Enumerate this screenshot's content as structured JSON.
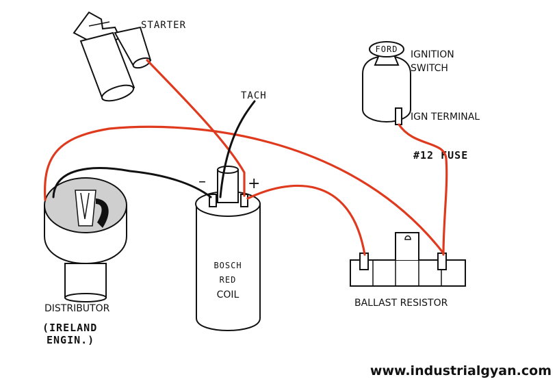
{
  "labels": {
    "starter": "STARTER",
    "tach": "TACH",
    "ignition_switch_line1": "IGNITION",
    "ignition_switch_line2": "SWITCH",
    "ign_terminal": "IGN TERMINAL",
    "fuse": "#12 FUSE",
    "coil_line1": "BOSCH",
    "coil_line2": "RED",
    "coil_line3": "COIL",
    "minus": "–",
    "plus": "+",
    "distributor": "DISTRIBUTOR",
    "distributor_note_line1": "(IRELAND",
    "distributor_note_line2": "ENGIN.)",
    "ballast_resistor": "BALLAST RESISTOR",
    "key_text": "FORD"
  },
  "footer": {
    "website": "www.industrialgyan.com"
  },
  "colors": {
    "wire_red": "#e03a1e",
    "wire_black": "#111111",
    "cap_gray": "#cfcfcf"
  }
}
